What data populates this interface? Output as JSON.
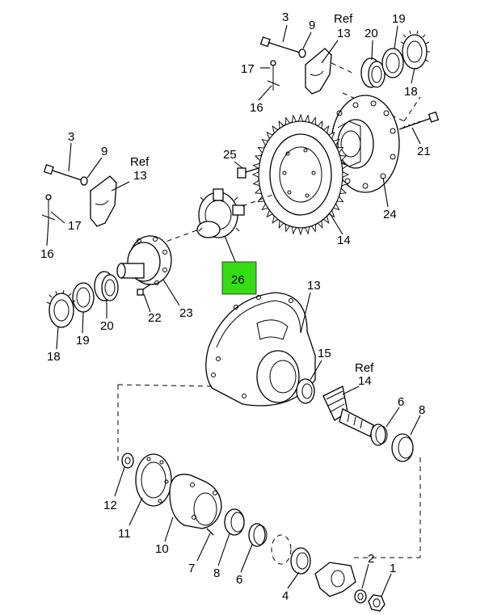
{
  "diagram": {
    "highlight_color": "#33dd11",
    "highlighted_callout": "26",
    "callouts": {
      "c3_top": "3",
      "c9_top": "9",
      "ref13_top_ref": "Ref",
      "ref13_top_num": "13",
      "c20_top": "20",
      "c19_top": "19",
      "c17_top": "17",
      "c16_top": "16",
      "c18_top": "18",
      "c3_left": "3",
      "c9_left": "9",
      "ref13_left_ref": "Ref",
      "ref13_left_num": "13",
      "c17_left": "17",
      "c16_left": "16",
      "c25": "25",
      "c21": "21",
      "c24": "24",
      "c14": "14",
      "c26": "26",
      "c23": "23",
      "c22": "22",
      "c20_left": "20",
      "c19_left": "19",
      "c18_left": "18",
      "c13_mid": "13",
      "c15": "15",
      "ref14_ref": "Ref",
      "ref14_num": "14",
      "c6_right": "6",
      "c8_right": "8",
      "c12": "12",
      "c11": "11",
      "c10": "10",
      "c7": "7",
      "c8_bottom": "8",
      "c6_bottom": "6",
      "c4": "4",
      "c2": "2",
      "c1": "1"
    }
  }
}
